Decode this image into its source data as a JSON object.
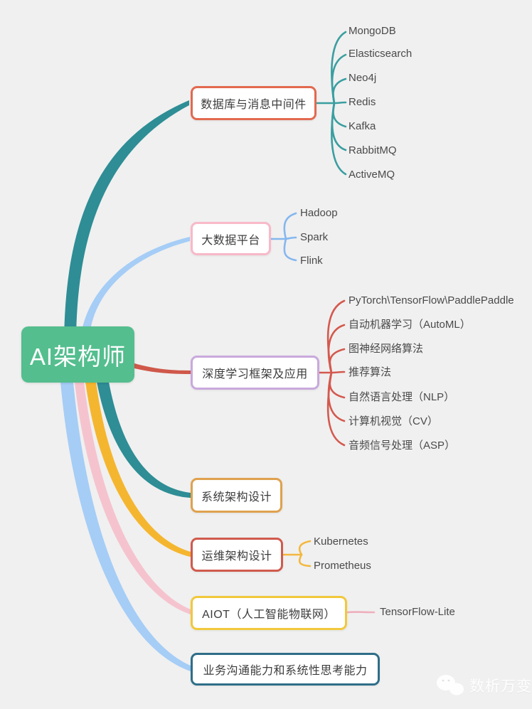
{
  "root": {
    "label": "AI架构师"
  },
  "branches": [
    {
      "label": "数据库与消息中间件",
      "children": [
        "MongoDB",
        "Elasticsearch",
        "Neo4j",
        "Redis",
        "Kafka",
        "RabbitMQ",
        "ActiveMQ"
      ]
    },
    {
      "label": "大数据平台",
      "children": [
        "Hadoop",
        "Spark",
        "Flink"
      ]
    },
    {
      "label": "深度学习框架及应用",
      "children": [
        "PyTorch\\TensorFlow\\PaddlePaddle",
        "自动机器学习（AutoML）",
        "图神经网络算法",
        "推荐算法",
        "自然语言处理（NLP）",
        "计算机视觉（CV）",
        "音频信号处理（ASP）"
      ]
    },
    {
      "label": "系统架构设计",
      "children": []
    },
    {
      "label": "运维架构设计",
      "children": [
        "Kubernetes",
        "Prometheus"
      ]
    },
    {
      "label": "AIOT（人工智能物联网）",
      "children": [
        "TensorFlow-Lite"
      ]
    },
    {
      "label": "业务沟通能力和系统性思考能力",
      "children": []
    }
  ],
  "watermark": {
    "label": "数析万变",
    "icon": "wechat-logo"
  },
  "colors": {
    "background": "#f0f0f0",
    "root_green": "#54be8e",
    "teal_edge": "#2e8d95",
    "teal_child": "#3a9ea0",
    "blue_edge": "#a5cdf6",
    "blue_child": "#85b7ef",
    "red_edge": "#cf584a",
    "red_child": "#d4594e",
    "yellow_edge": "#f5b62f",
    "yellow_child": "#f3b83d",
    "pink_edge": "#f5c3ce",
    "pink_child": "#eeafbc",
    "border_database": "#e2694f",
    "border_bigdata": "#f8b9c9",
    "border_deeplearning": "#c9a9dc",
    "border_system": "#dfa14e",
    "border_ops": "#d05a4c",
    "border_aiot": "#f2c83b",
    "border_business": "#2f6e88",
    "box_text": "#3c3c3c",
    "leaf_text": "#4a4a4a"
  }
}
